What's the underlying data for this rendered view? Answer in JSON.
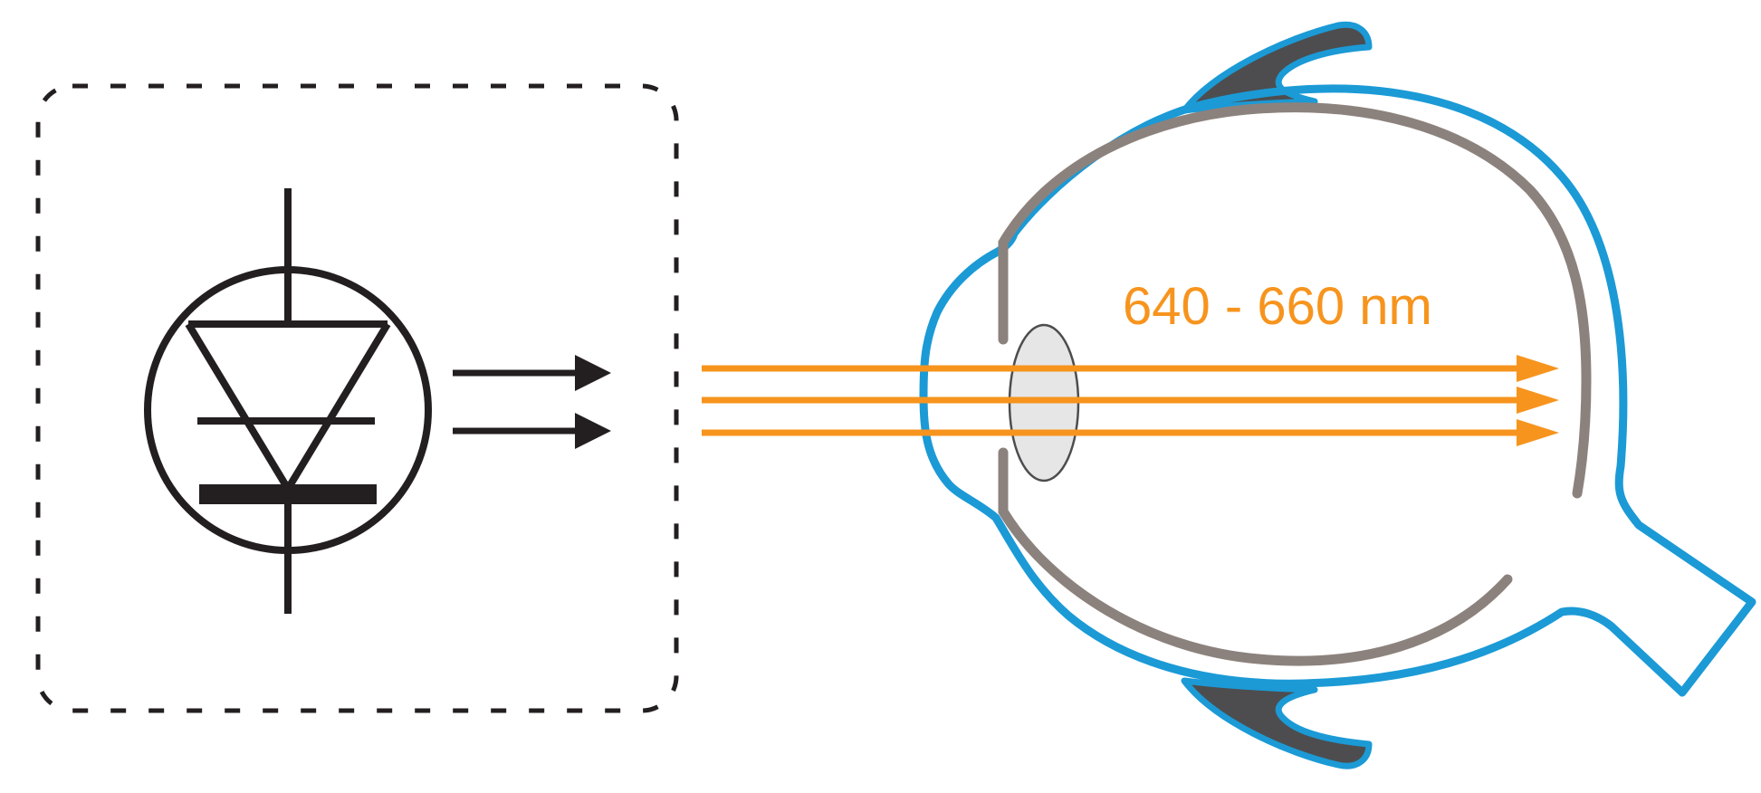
{
  "diagram": {
    "wavelength_label": "640 - 660 nm",
    "colors": {
      "led_symbol": "#231f20",
      "dashed_box": "#231f20",
      "light_beam": "#f7941d",
      "sclera_outline": "#1b9ad6",
      "retina": "#8c827d",
      "eyelid": "#4d4d4f",
      "lens_fill": "#e6e6e6",
      "lens_stroke": "#4d4d4f"
    },
    "components": {
      "light_source": "led-emitter-symbol",
      "emission_arrows": 2,
      "light_beams": 3,
      "target": "human-eye-cross-section"
    }
  }
}
